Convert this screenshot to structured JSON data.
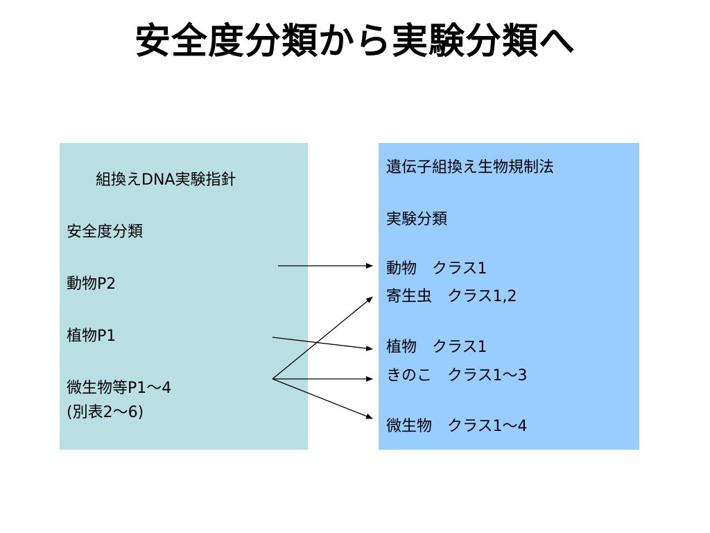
{
  "title": "安全度分類から実験分類へ",
  "left_box": {
    "heading": "組換えDNA実験指針",
    "subheading": "安全度分類",
    "animals": "動物P2",
    "plants": "植物P1",
    "microbes": "微生物等P1〜4",
    "microbes_note": "(別表2〜6)"
  },
  "right_box": {
    "heading": "遺伝子組換え生物規制法",
    "subheading": "実験分類",
    "animals": "動物　クラス1",
    "parasites": "寄生虫　クラス1,2",
    "plants": "植物　クラス1",
    "mushrooms": "きのこ　クラス1〜3",
    "microbes": "微生物　クラス1〜4"
  },
  "colors": {
    "left_box_bg": "#b9dfe3",
    "right_box_bg": "#99ccff",
    "arrow": "#000000"
  }
}
